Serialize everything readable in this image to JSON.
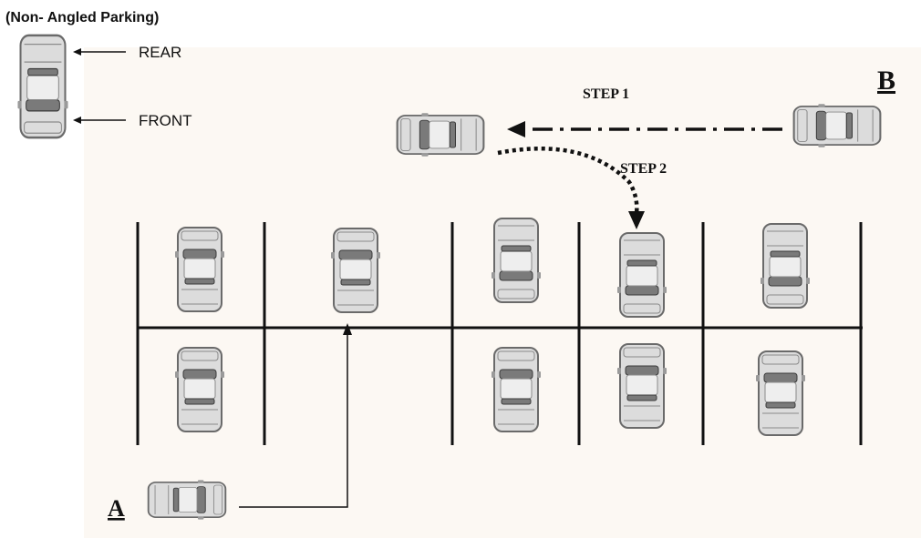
{
  "legend": {
    "title": "(Non- Angled Parking)",
    "rear_label": "REAR",
    "front_label": "FRONT"
  },
  "markers": {
    "point_a": "A",
    "point_b": "B"
  },
  "steps": {
    "step1": "STEP 1",
    "step2": "STEP 2"
  },
  "colors": {
    "background_panel": "#fcf8f3",
    "lines": "#111111",
    "car_body": "#dcdcdc"
  }
}
